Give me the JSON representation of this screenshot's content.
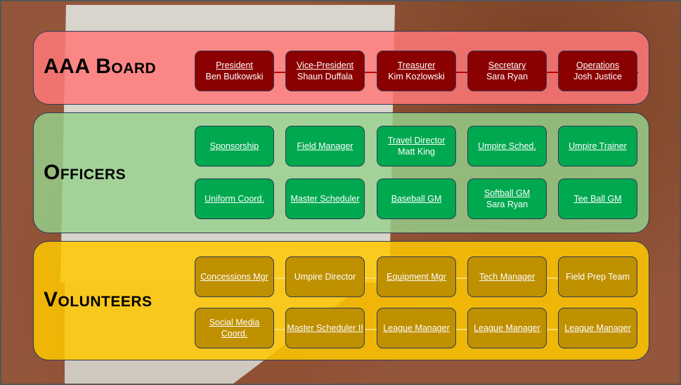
{
  "board": {
    "title": "AAA Board",
    "positions": [
      {
        "role": "President",
        "name": "Ben Butkowski"
      },
      {
        "role": "Vice-President",
        "name": "Shaun Duffala"
      },
      {
        "role": "Treasurer",
        "name": "Kim Kozlowski"
      },
      {
        "role": "Secretary",
        "name": "Sara Ryan"
      },
      {
        "role": "Operations",
        "name": "Josh Justice"
      }
    ]
  },
  "officers": {
    "title": "Officers",
    "positions": [
      {
        "role": "Sponsorship"
      },
      {
        "role": "Field Manager"
      },
      {
        "role": "Travel Director",
        "name": "Matt King"
      },
      {
        "role": "Umpire Sched."
      },
      {
        "role": "Umpire Trainer"
      },
      {
        "role": "Uniform Coord."
      },
      {
        "role": "Master Scheduler"
      },
      {
        "role": "Baseball GM"
      },
      {
        "role": "Softball GM",
        "name": "Sara Ryan"
      },
      {
        "role": "Tee Ball GM"
      }
    ]
  },
  "volunteers": {
    "title": "Volunteers",
    "positions": [
      {
        "role": "Concessions Mgr",
        "u": true
      },
      {
        "role": "Umpire Director",
        "u": false
      },
      {
        "role": "Equipment Mgr",
        "u": true
      },
      {
        "role": "Tech Manager",
        "u": true
      },
      {
        "role": "Field Prep Team",
        "u": false
      },
      {
        "role": "Social Media Coord.",
        "u": true
      },
      {
        "role": "Master Scheduler II",
        "u": true
      },
      {
        "role": "League Manager",
        "u": true
      },
      {
        "role": "League Manager",
        "u": true
      },
      {
        "role": "League Manager",
        "u": true
      }
    ]
  },
  "colors": {
    "board": "#8b0000",
    "officers": "#00a84f",
    "volunteers": "#bf9000"
  }
}
